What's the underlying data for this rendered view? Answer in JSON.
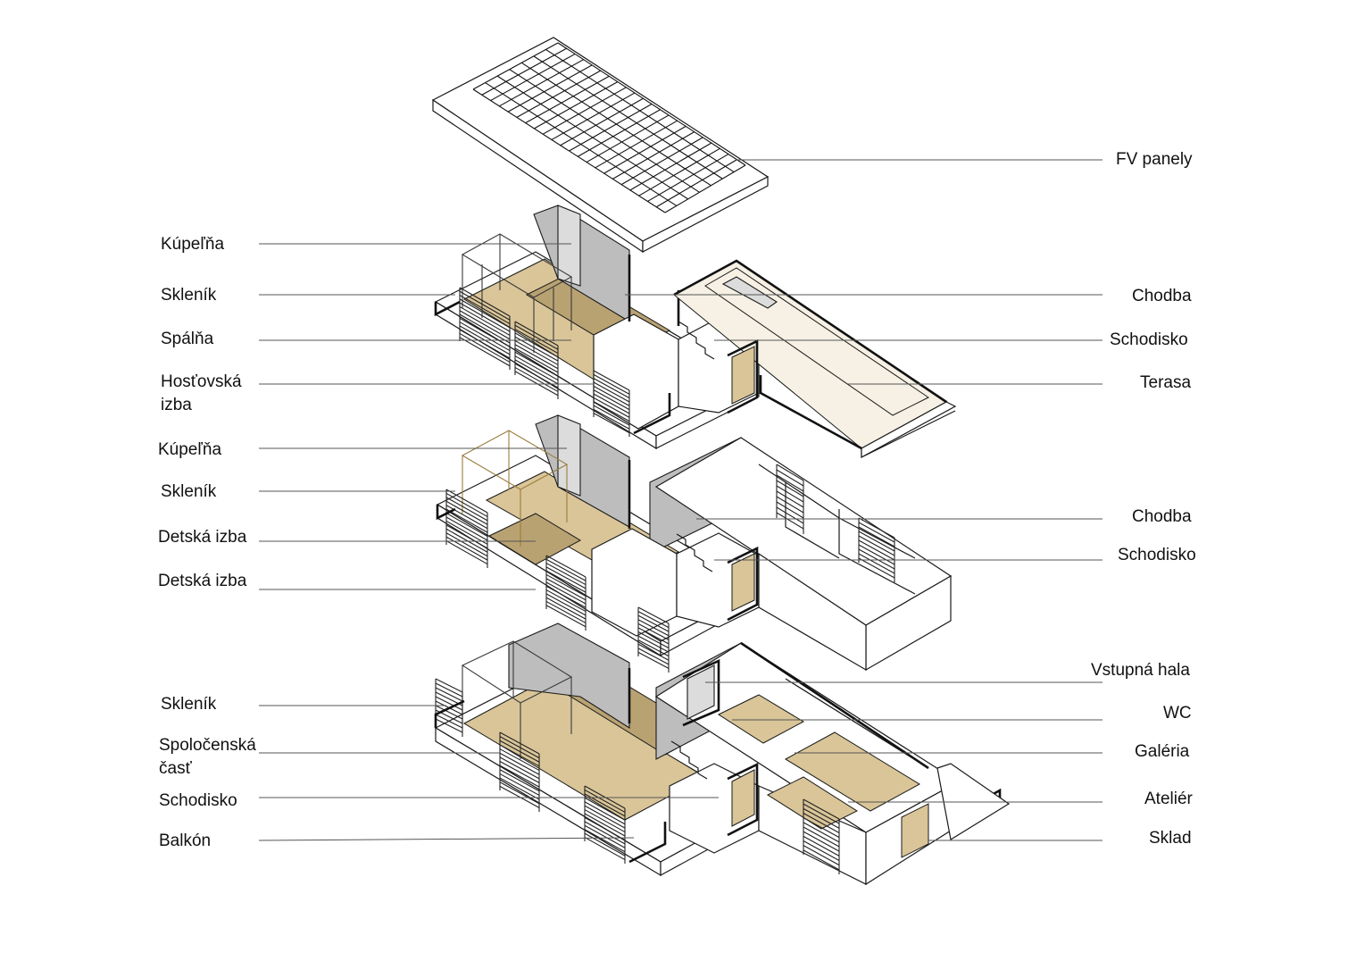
{
  "labels": {
    "left": [
      {
        "id": "l1",
        "text": "Kúpeľňa"
      },
      {
        "id": "l2",
        "text": "Skleník"
      },
      {
        "id": "l3",
        "text": "Spálňa"
      },
      {
        "id": "l4a",
        "text": "Hosťovská"
      },
      {
        "id": "l4b",
        "text": "izba"
      },
      {
        "id": "l5",
        "text": "Kúpeľňa"
      },
      {
        "id": "l6",
        "text": "Skleník"
      },
      {
        "id": "l7",
        "text": "Detská izba"
      },
      {
        "id": "l8",
        "text": "Detská izba"
      },
      {
        "id": "l9",
        "text": "Skleník"
      },
      {
        "id": "l10a",
        "text": "Spoločenská"
      },
      {
        "id": "l10b",
        "text": "časť"
      },
      {
        "id": "l11",
        "text": "Schodisko"
      },
      {
        "id": "l12",
        "text": "Balkón"
      }
    ],
    "right": [
      {
        "id": "r1",
        "text": "FV panely"
      },
      {
        "id": "r2",
        "text": "Chodba"
      },
      {
        "id": "r3",
        "text": "Schodisko"
      },
      {
        "id": "r4",
        "text": "Terasa"
      },
      {
        "id": "r5",
        "text": "Chodba"
      },
      {
        "id": "r6",
        "text": "Schodisko"
      },
      {
        "id": "r7",
        "text": "Vstupná hala"
      },
      {
        "id": "r8",
        "text": "WC"
      },
      {
        "id": "r9",
        "text": "Galéria"
      },
      {
        "id": "r10",
        "text": "Ateliér"
      },
      {
        "id": "r11",
        "text": "Sklad"
      }
    ]
  },
  "colors": {
    "wood_floor": "#d9c598",
    "wood_floor_dark": "#b9a272",
    "terrace_floor": "#f6f1e4",
    "interior_wall": "#bdbdbd",
    "leader_line": "#555555"
  },
  "icons": {
    "roof": "pv-roof-icon",
    "floor3": "third-floor-axonometry-icon",
    "floor2": "second-floor-axonometry-icon",
    "floor1": "ground-floor-axonometry-icon"
  }
}
